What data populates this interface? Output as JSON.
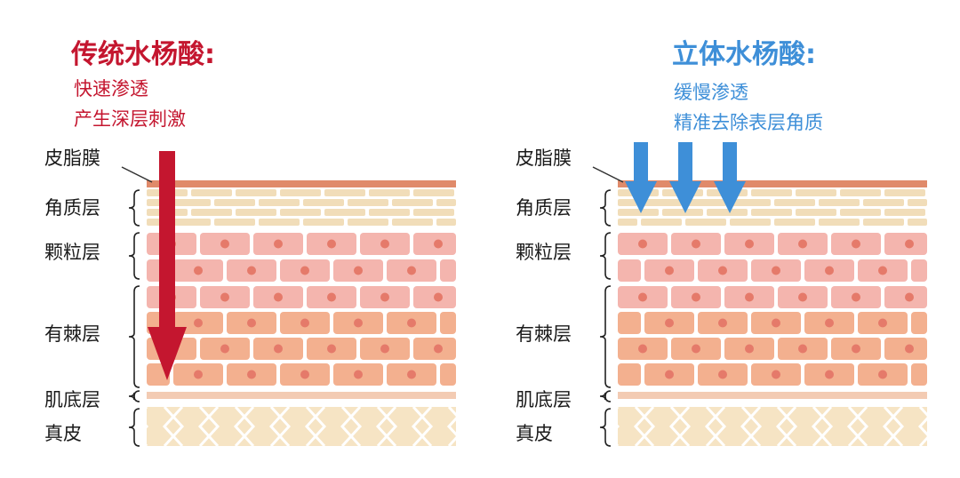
{
  "colors": {
    "traditional_accent": "#c4162f",
    "stereo_accent": "#3e8fd8",
    "sebum": "#e08a6a",
    "stratum_corneum": "#f1ddb9",
    "granular_cell": "#f4b5ae",
    "spinous_cell": "#f3b08f",
    "dermis": "#f6e4c4"
  },
  "panels": [
    {
      "title": "传统水杨酸:",
      "subtitle_lines": [
        "快速渗透",
        "产生深层刺激"
      ],
      "arrow_style": "single-deep-red-arrow"
    },
    {
      "title": "立体水杨酸:",
      "subtitle_lines": [
        "缓慢渗透",
        "精准去除表层角质"
      ],
      "arrow_style": "three-shallow-blue-arrows"
    }
  ],
  "layers": {
    "sebum": "皮脂膜",
    "stratum_corneum": "角质层",
    "granular": "颗粒层",
    "spinous": "有棘层",
    "basal": "肌底层",
    "dermis": "真皮"
  }
}
